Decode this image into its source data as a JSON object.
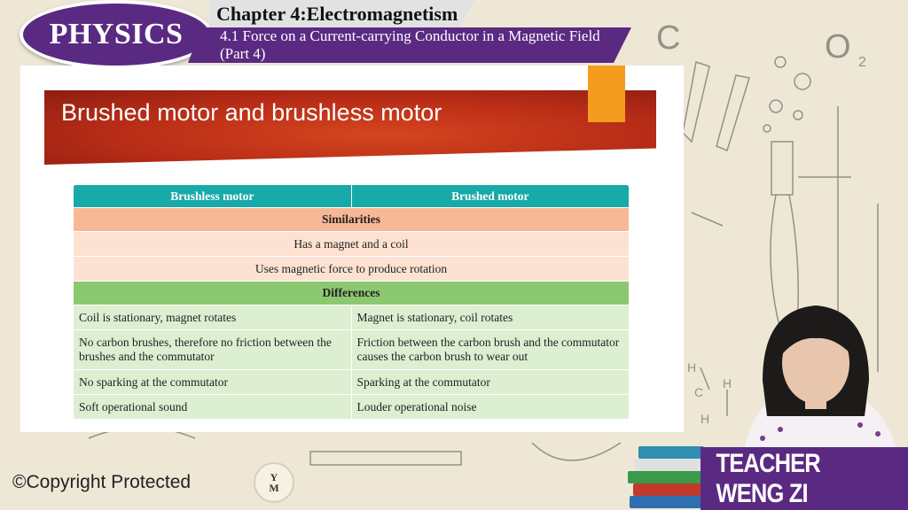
{
  "header": {
    "subject": "PHYSICS",
    "chapter": "Chapter 4:Electromagnetism",
    "subtopic": "4.1 Force on a Current-carrying Conductor in a Magnetic Field (Part 4)"
  },
  "slide": {
    "title": "Brushed motor and brushless motor",
    "table": {
      "columns": [
        "Brushless motor",
        "Brushed motor"
      ],
      "similarities_title": "Similarities",
      "similarities": [
        "Has a magnet and a coil",
        "Uses magnetic force to produce rotation"
      ],
      "differences_title": "Differences",
      "differences": [
        [
          "Coil is stationary, magnet rotates",
          "Magnet is stationary, coil rotates"
        ],
        [
          "No carbon brushes, therefore no friction between the brushes and the commutator",
          "Friction between the carbon brush and the commutator causes the carbon brush to wear out"
        ],
        [
          "No sparking at the commutator",
          "Sparking at the commutator"
        ],
        [
          "Soft operational sound",
          "Louder operational noise"
        ]
      ]
    }
  },
  "footer": {
    "copyright": "©Copyright Protected",
    "logo_text_top": "Y",
    "logo_text_bottom": "M",
    "teacher": "TEACHER WENG ZI"
  },
  "colors": {
    "purple": "#5a2a82",
    "teal_header": "#18a9a9",
    "similarity": "#f8b896",
    "difference": "#8cc870",
    "slide_header_red": "#c0391b",
    "accent_orange": "#f39c1d"
  },
  "background_sketch": {
    "labels": [
      "C",
      "O",
      "2",
      "H",
      "C",
      "H",
      "H"
    ]
  }
}
